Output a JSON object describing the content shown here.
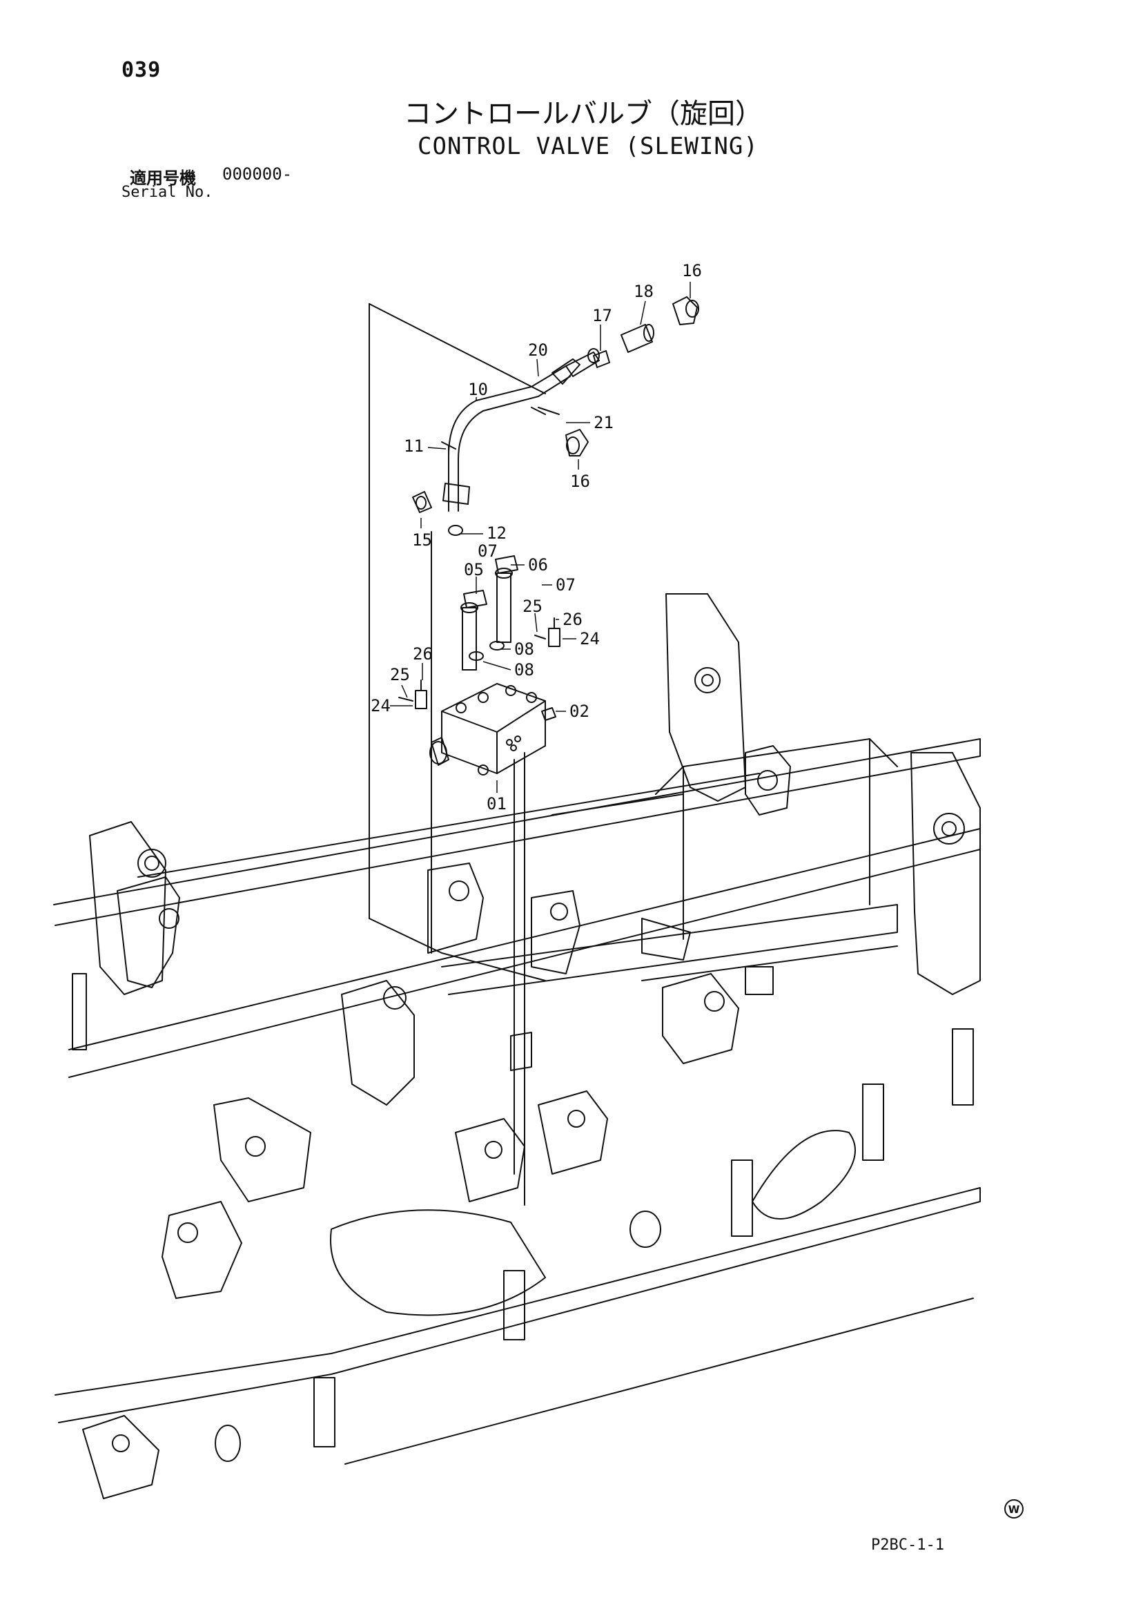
{
  "header": {
    "page_number": "039",
    "title_jp": "コントロールバルブ（旋回）",
    "title_en": "CONTROL VALVE (SLEWING)",
    "serial_label_jp": "適用号機",
    "serial_value": "000000-",
    "serial_label_en": "Serial No."
  },
  "callouts": [
    "16",
    "18",
    "17",
    "20",
    "10",
    "21",
    "11",
    "16",
    "15",
    "12",
    "07",
    "05",
    "06",
    "07",
    "25",
    "26",
    "24",
    "08",
    "08",
    "26",
    "25",
    "24",
    "02",
    "01"
  ],
  "footer": {
    "page_code": "P2BC-1-1",
    "mark": "W"
  }
}
